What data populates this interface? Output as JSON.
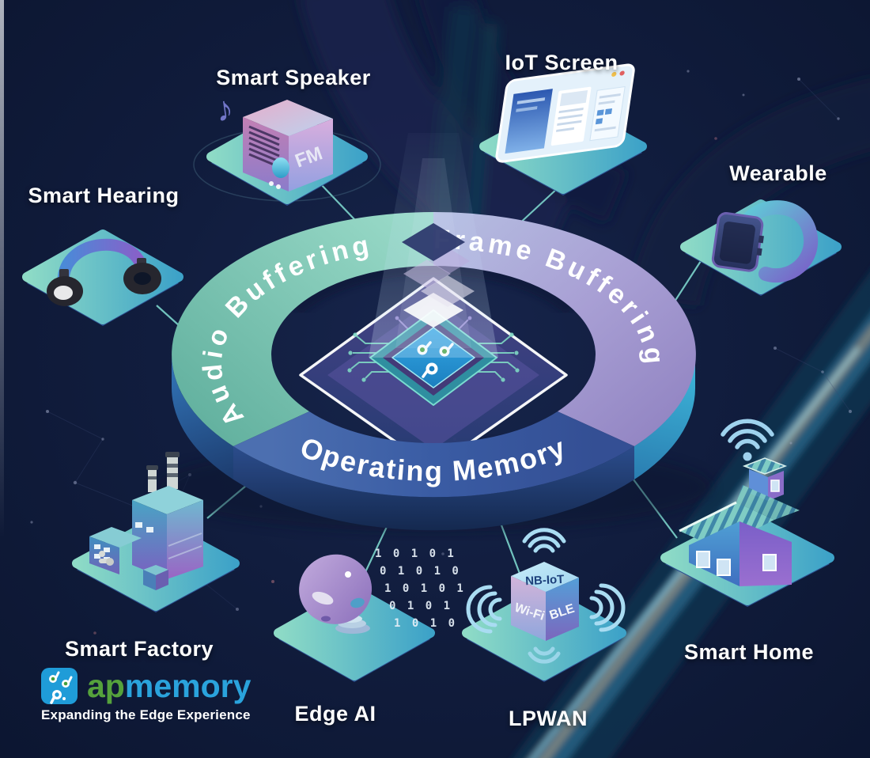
{
  "figure": {
    "title_context": "edge memory application diagram",
    "ring": {
      "segments": [
        {
          "label": "Audio Buffering",
          "color_start": "#64b2a0",
          "color_end": "#9cdcca",
          "side_color": "#2f6dae"
        },
        {
          "label": "Frame Buffering",
          "color_start": "#b6bfe2",
          "color_end": "#9487c4",
          "side_color": "#3cb4d8"
        },
        {
          "label": "Operating Memory",
          "color_start": "#4c6fb0",
          "color_end": "#344f94",
          "side_color": "#2c4e8e"
        }
      ],
      "text_color": "#ffffff"
    },
    "devices": [
      {
        "id": "smart-hearing",
        "label": "Smart Hearing"
      },
      {
        "id": "smart-speaker",
        "label": "Smart Speaker"
      },
      {
        "id": "iot-screen",
        "label": "IoT Screen"
      },
      {
        "id": "wearable",
        "label": "Wearable"
      },
      {
        "id": "smart-factory",
        "label": "Smart Factory"
      },
      {
        "id": "edge-ai",
        "label": "Edge AI"
      },
      {
        "id": "lpwan",
        "label": "LPWAN"
      },
      {
        "id": "smart-home",
        "label": "Smart Home"
      }
    ],
    "lpwan_cube": {
      "top_label": "NB-IoT",
      "left_label": "Wi-Fi",
      "right_label": "BLE"
    },
    "speaker": {
      "badge": "FM",
      "note_char": "♪"
    },
    "edge_ai": {
      "binary_rows": [
        "1 0 1 0 1",
        "0 1 0 1 0",
        "1 0 1 0 1",
        "0 1 0 1",
        "1 0 1 0"
      ]
    },
    "logo": {
      "prefix": "ap",
      "suffix": "memory",
      "tagline": "Expanding the Edge Experience",
      "prefix_color": "#55a23c",
      "suffix_color": "#2aa3dc",
      "mark_color": "#1f9cd8"
    },
    "colors": {
      "background": "#101b3a",
      "connector": "#78cdc6",
      "platform_gradient_start": "#8edbc6",
      "platform_gradient_end": "#3da2c8",
      "label_text": "#ffffff"
    }
  }
}
